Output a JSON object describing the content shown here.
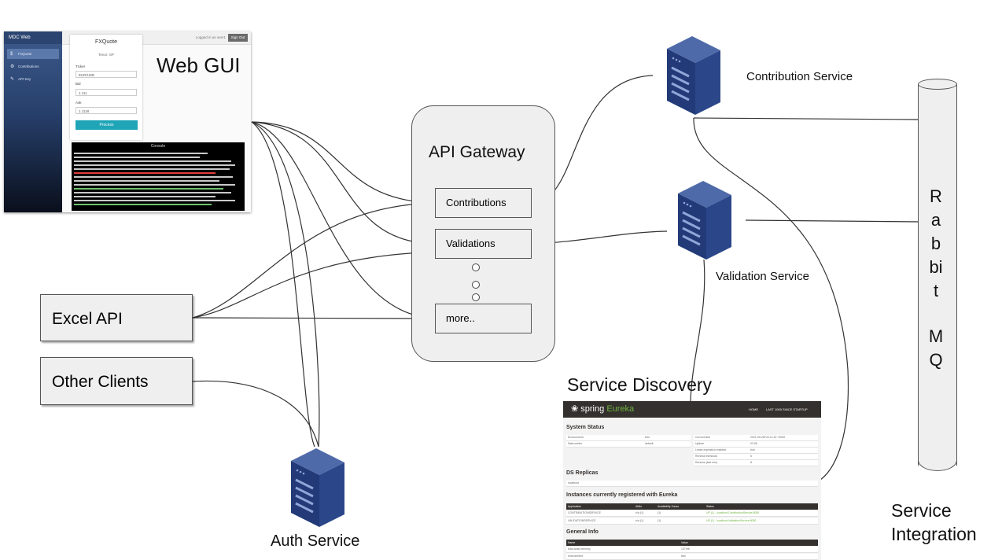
{
  "diagram": {
    "web_gui": {
      "label": "Web GUI",
      "screenshot": {
        "brand": "MDC Web",
        "nav": [
          {
            "label": "FxQuote",
            "icon": "dollar-icon",
            "active": true
          },
          {
            "label": "Contributions",
            "icon": "gear-icon",
            "active": false
          },
          {
            "label": "API Key",
            "icon": "wrench-icon",
            "active": false
          }
        ],
        "logged_in": "Logged in as user1",
        "sign_out": "Sign Out",
        "card_title": "FXQuote",
        "card_subtitle": "Tenor: SP",
        "fields": [
          {
            "label": "Ticker",
            "value": "EUR/USD"
          },
          {
            "label": "Bid",
            "value": "1.111"
          },
          {
            "label": "Ask",
            "value": "1.1118"
          }
        ],
        "process_button": "Process",
        "console_title": "Console"
      }
    },
    "api_gateway": {
      "title": "API Gateway",
      "routes": [
        "Contributions",
        "Validations",
        "more.."
      ]
    },
    "clients": [
      "Excel API",
      "Other Clients"
    ],
    "auth_service": "Auth Service",
    "contribution_service": "Contribution Service",
    "validation_service": "Validation Service",
    "service_discovery": {
      "title": "Service Discovery",
      "screenshot": {
        "logo_spring": "spring",
        "logo_eureka": "Eureka",
        "nav_home": "HOME",
        "nav_last": "LAST 1000 SINCE STARTUP",
        "system_status": "System Status",
        "status_rows_left": [
          [
            "Environment",
            "test"
          ],
          [
            "Data center",
            "default"
          ]
        ],
        "status_rows_right": [
          [
            "Current time",
            "2021-09-28T22:11:32 +0000"
          ],
          [
            "Uptime",
            "02:06"
          ],
          [
            "Lease expiration enabled",
            "true"
          ],
          [
            "Renews threshold",
            "5"
          ],
          [
            "Renews (last min)",
            "8"
          ]
        ],
        "ds_replicas": "DS Replicas",
        "ds_replica_host": "localhost",
        "instances_title": "Instances currently registered with Eureka",
        "instances_headers": [
          "Application",
          "AMIs",
          "Availability Zones",
          "Status"
        ],
        "instances": [
          [
            "CONTRIBUTIONSERVICE",
            "n/a (1)",
            "(1)",
            "UP (1) - localhost:ContributionService:8080"
          ],
          [
            "VALIDATIONSERVICE",
            "n/a (1)",
            "(1)",
            "UP (1) - localhost:ValidationService:8080"
          ]
        ],
        "general_info": "General Info",
        "general_headers": [
          "Name",
          "Value"
        ],
        "general_rows": [
          [
            "total-avail-memory",
            "137mb"
          ],
          [
            "environment",
            "test"
          ]
        ]
      }
    },
    "rabbit_mq": [
      "R",
      "a",
      "b",
      "bi",
      "t",
      "",
      "M",
      "Q"
    ],
    "service_integration": [
      "Service",
      "Integration"
    ]
  }
}
